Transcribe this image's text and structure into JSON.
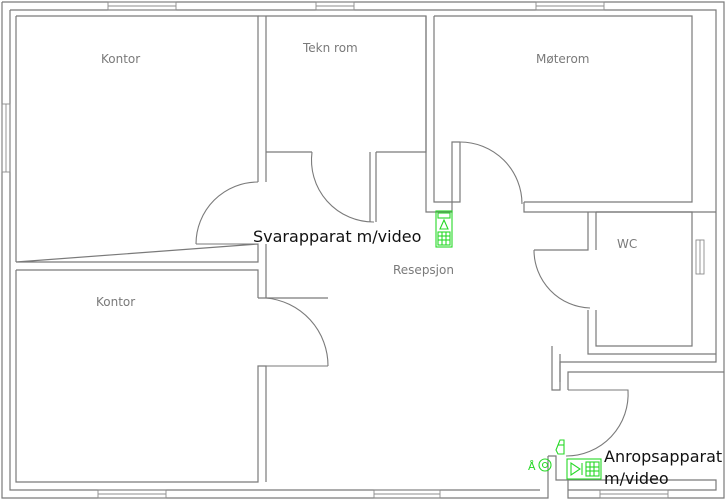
{
  "rooms": {
    "kontor_top": "Kontor",
    "tekn_rom": "Tekn rom",
    "moterom": "Møterom",
    "wc": "WC",
    "resepsjon": "Resepsjon",
    "kontor_bottom": "Kontor"
  },
  "devices": {
    "answer_unit_label": "Svarapparat m/video",
    "call_unit_label_line1": "Anropsapparat",
    "call_unit_label_line2": "m/video",
    "small_symbol_label": "Å"
  },
  "colors": {
    "wall": "#7a7a7a",
    "device": "#27d827",
    "callout_text": "#111111"
  }
}
